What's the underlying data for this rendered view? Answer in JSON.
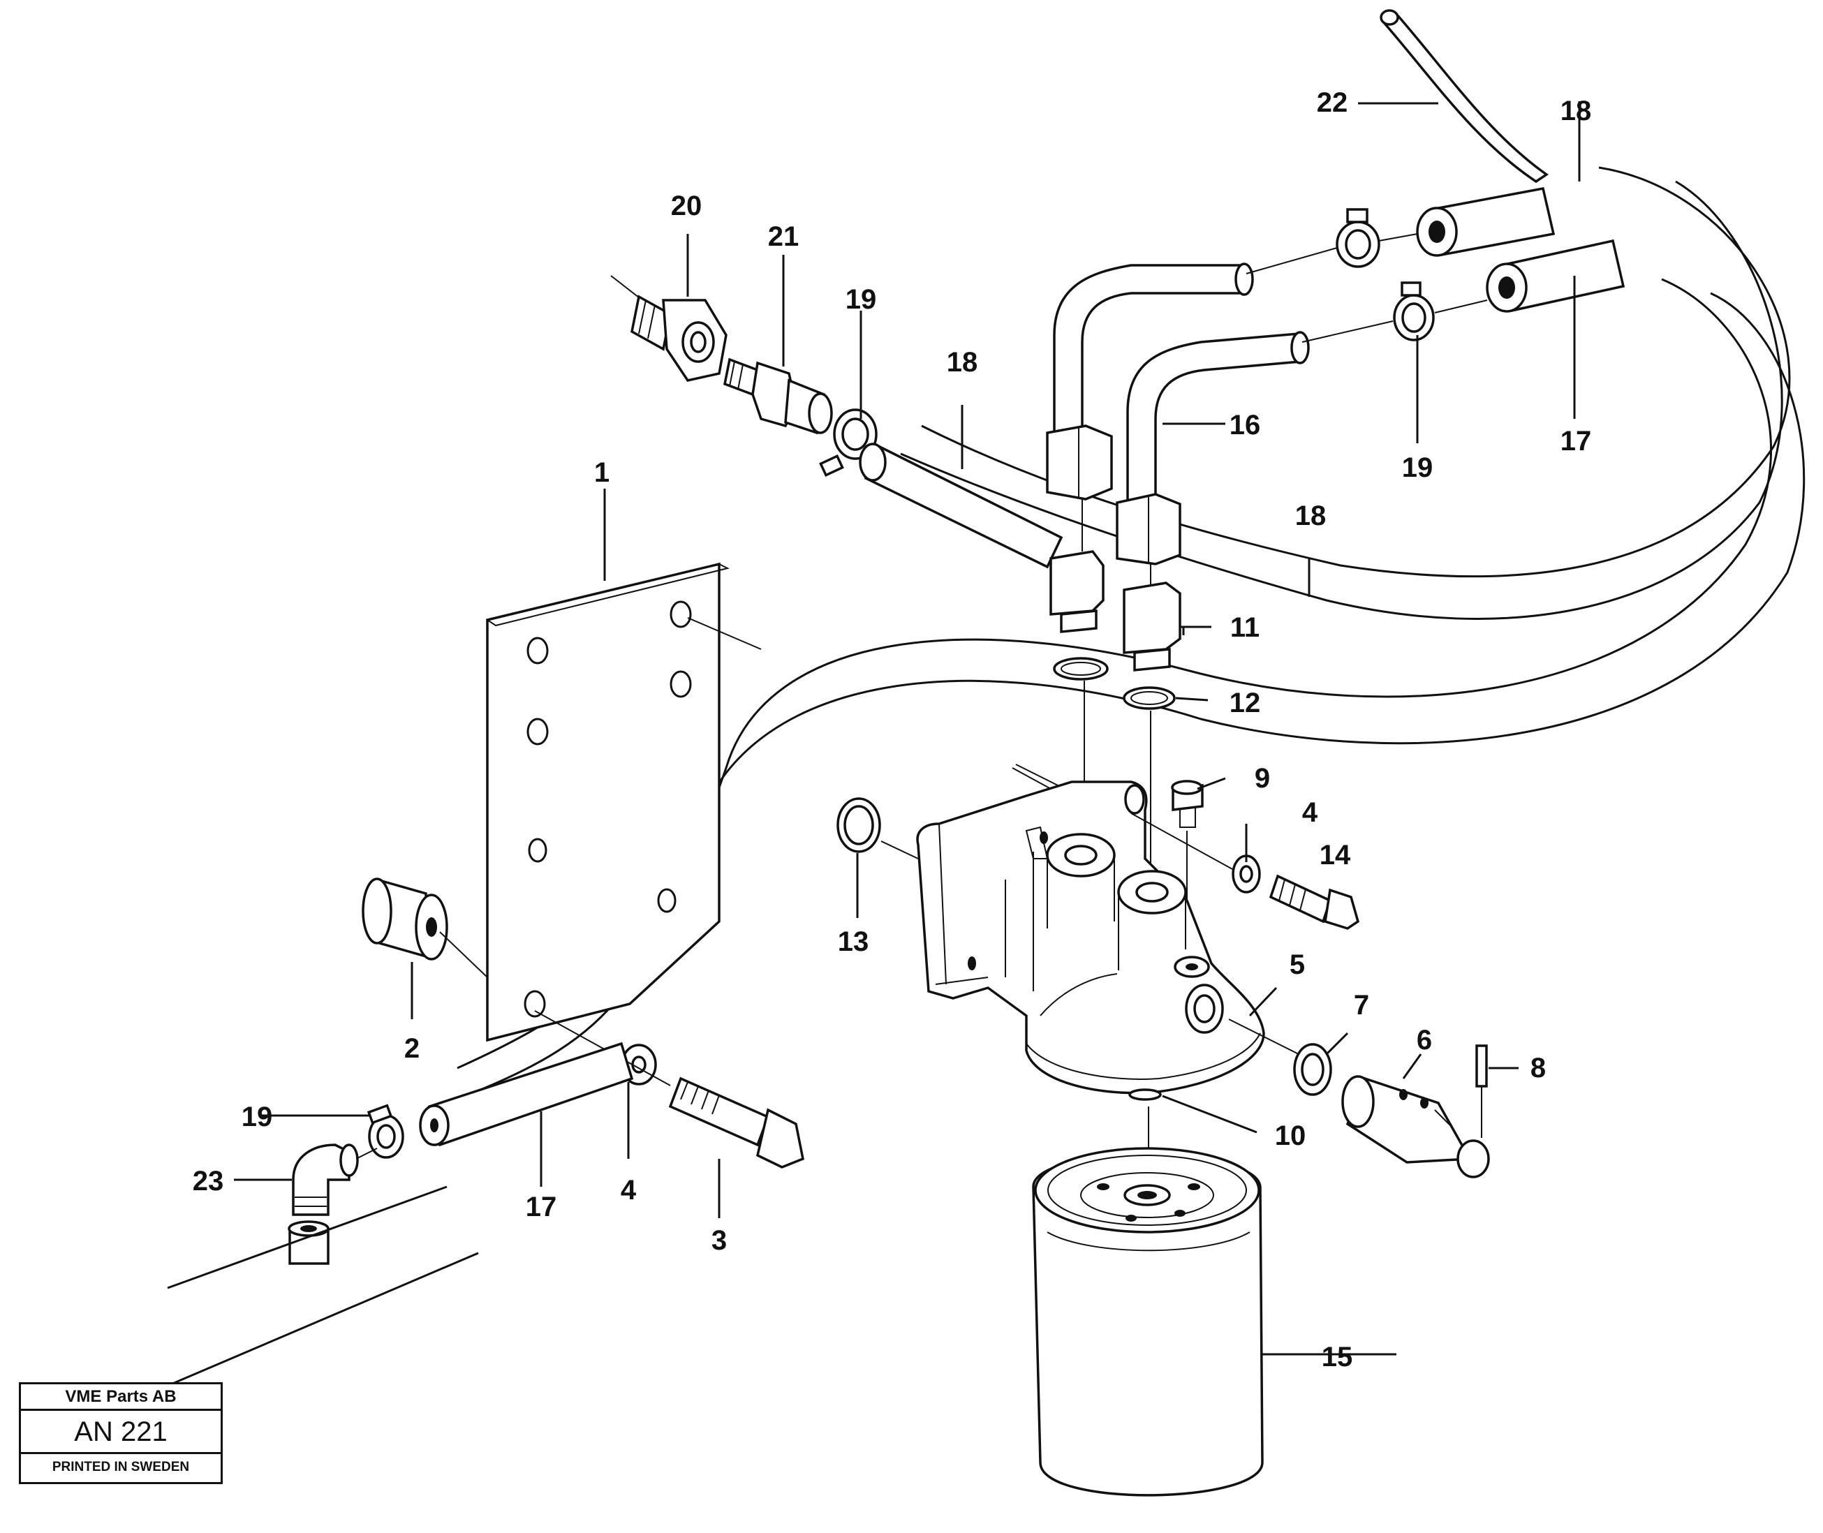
{
  "callouts": {
    "c1": "1",
    "c2": "2",
    "c3": "3",
    "c4a": "4",
    "c4b": "4",
    "c5": "5",
    "c6": "6",
    "c7": "7",
    "c8": "8",
    "c9": "9",
    "c10": "10",
    "c11": "11",
    "c12": "12",
    "c13": "13",
    "c14": "14",
    "c15": "15",
    "c16": "16",
    "c17a": "17",
    "c17b": "17",
    "c18a": "18",
    "c18b": "18",
    "c18c": "18",
    "c19a": "19",
    "c19b": "19",
    "c19c": "19",
    "c20": "20",
    "c21": "21",
    "c22": "22",
    "c23": "23"
  },
  "title_block": {
    "company": "VME Parts AB",
    "drawing_code": "AN 221",
    "printed": "PRINTED IN SWEDEN"
  }
}
